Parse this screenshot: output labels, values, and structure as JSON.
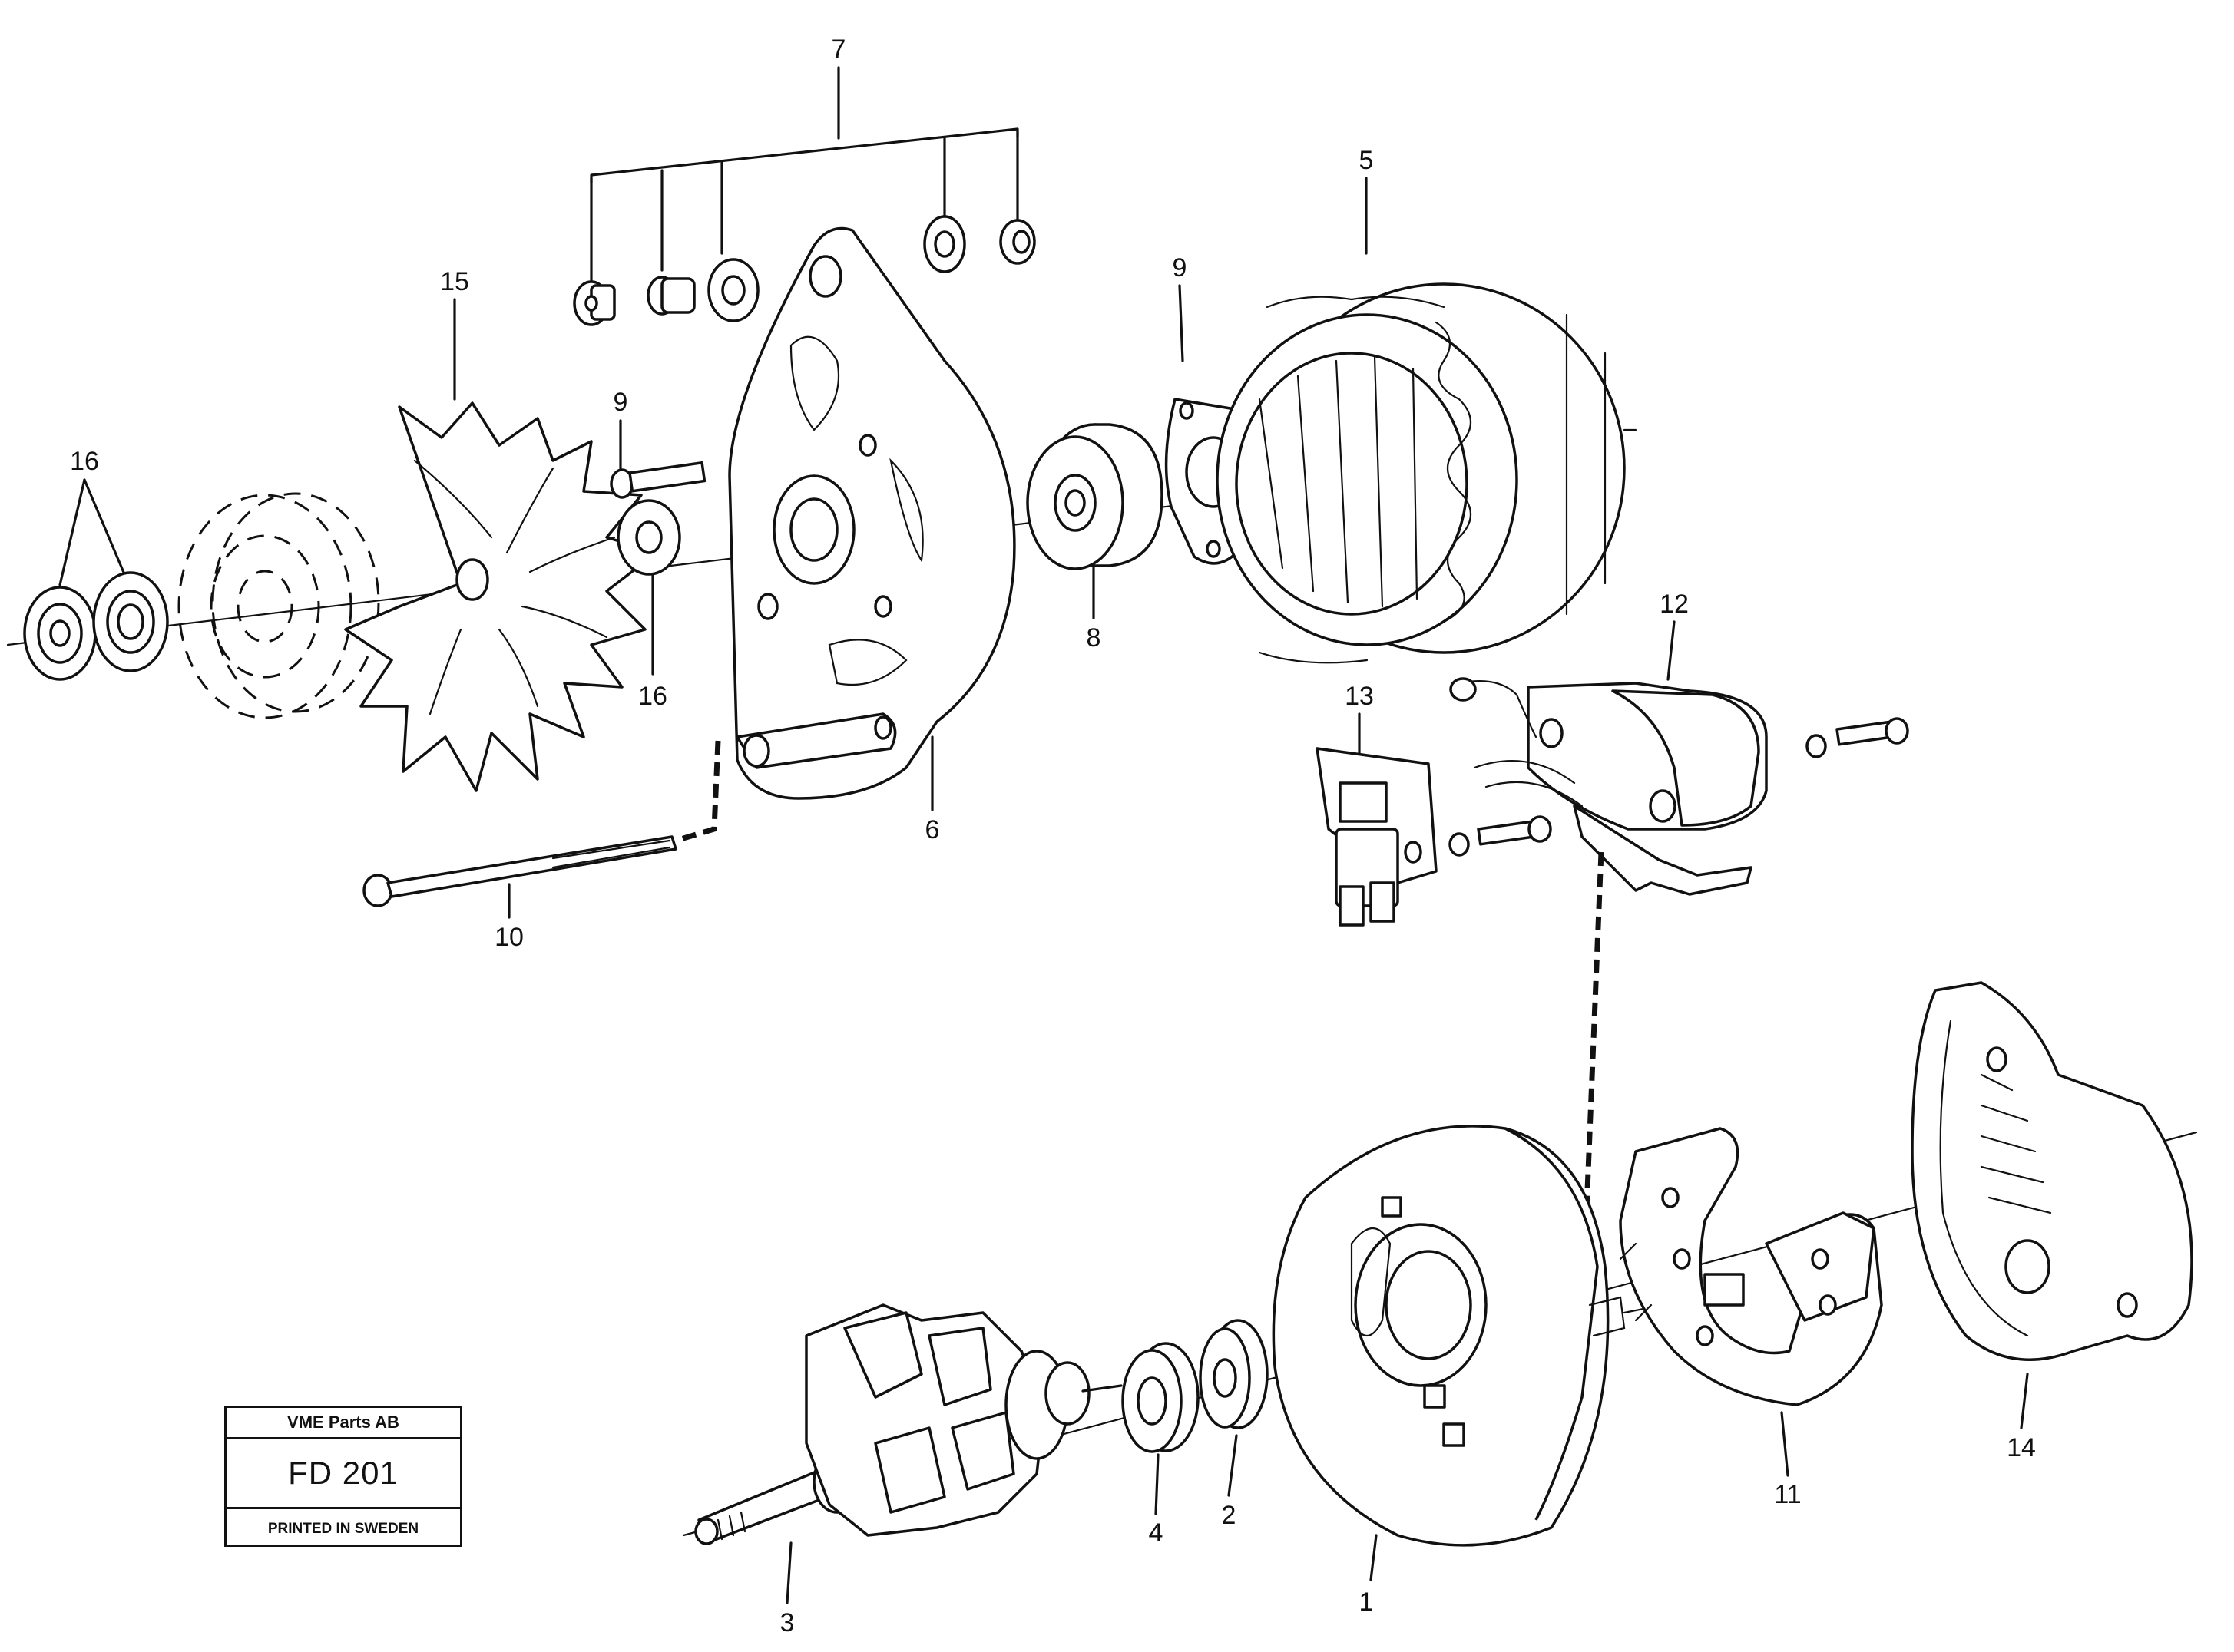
{
  "stamp": {
    "company": "VME Parts AB",
    "code": "FD 201",
    "printed": "PRINTED IN SWEDEN"
  },
  "callouts": [
    "1",
    "2",
    "3",
    "4",
    "5",
    "6",
    "7",
    "8",
    "9",
    "9",
    "10",
    "11",
    "12",
    "13",
    "14",
    "15",
    "16",
    "16"
  ]
}
